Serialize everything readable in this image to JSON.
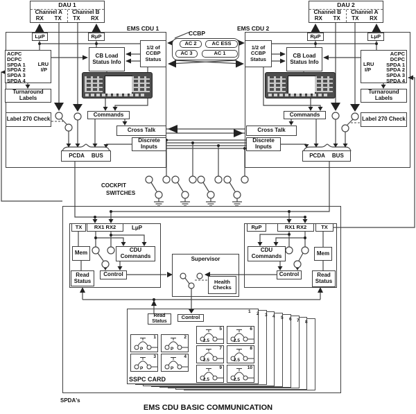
{
  "dau1": {
    "title": "DAU 1",
    "channels": [
      "Channel A",
      "Channel B"
    ],
    "pins": [
      "RX",
      "TX",
      "TX",
      "RX"
    ]
  },
  "dau2": {
    "title": "DAU 2",
    "channels": [
      "Channel B",
      "Channel A"
    ],
    "pins": [
      "RX",
      "TX",
      "TX",
      "RX"
    ]
  },
  "ems1": {
    "label": "EMS CDU 1",
    "lup": "LμP",
    "rup": "RμP",
    "lru": {
      "rows": [
        "ACPC",
        "DCPC",
        "SPDA 1",
        "SPDA 2",
        "SPDA 3",
        "SPDA 4"
      ],
      "tag1": "LRU",
      "tag2": "I/P"
    },
    "cb_load": "CB Load Status Info",
    "half_ccbp": "1/2 of CCBP Status",
    "turnaround": "Turnaround Labels",
    "label270": "Label 270 Check",
    "commands": "Commands",
    "crosstalk": "Cross Talk",
    "discrete": "Discrete Inputs",
    "pcda": "PCDA",
    "bus": "BUS"
  },
  "ems2": {
    "label": "EMS CDU 2",
    "lup": "LμP",
    "rup": "RμP",
    "lru": {
      "rows": [
        "ACPC",
        "DCPC",
        "SPDA 1",
        "SPDA 2",
        "SPDA 3",
        "SPDA 4"
      ],
      "tag1": "LRU",
      "tag2": "I/P"
    },
    "cb_load": "CB Load Status Info",
    "half_ccbp": "1/2 of CCBP Status",
    "turnaround": "Turnaround Labels",
    "label270": "Label 270 Check",
    "commands": "Commands",
    "crosstalk": "Cross Talk",
    "discrete": "Discrete Inputs",
    "pcda": "PCDA",
    "bus": "BUS"
  },
  "ccbp": {
    "label": "CCBP",
    "ac2": "AC 2",
    "ac_ess": "AC ESS",
    "ac3": "AC 3",
    "ac1": "AC 1"
  },
  "cockpit": {
    "line1": "COCKPIT",
    "line2": "SWITCHES"
  },
  "proc1": {
    "tx": "TX",
    "rx": "RX1 RX2",
    "cpu": "LμP",
    "mem": "Mem",
    "cdu_commands": "CDU Commands",
    "control": "Control",
    "read_status": "Read Status"
  },
  "proc2": {
    "tx": "TX",
    "rx": "RX1 RX2",
    "cpu": "RμP",
    "mem": "Mem",
    "cdu_commands": "CDU Commands",
    "control": "Control",
    "read_status": "Read Status"
  },
  "supervisor": {
    "label": "Supervisor",
    "health": "Health Checks"
  },
  "sspc": {
    "read_status": "Read Status",
    "control": "Control",
    "card_label": "SSPC CARD",
    "stack": [
      "1",
      "2",
      "3",
      "4",
      "5",
      "6",
      "7",
      "8"
    ],
    "breakers": [
      {
        "num": "1",
        "rating": "P"
      },
      {
        "num": "2",
        "rating": "P"
      },
      {
        "num": "3",
        "rating": "P"
      },
      {
        "num": "4",
        "rating": "P"
      },
      {
        "num": "5",
        "rating": "2.5"
      },
      {
        "num": "6",
        "rating": "2.5"
      },
      {
        "num": "7",
        "rating": "2.5"
      },
      {
        "num": "8",
        "rating": "2.5"
      },
      {
        "num": "9",
        "rating": "2.5"
      },
      {
        "num": "10",
        "rating": "2.5"
      }
    ]
  },
  "spdas": "SPDA's",
  "page_title": "EMS CDU BASIC COMMUNICATION"
}
